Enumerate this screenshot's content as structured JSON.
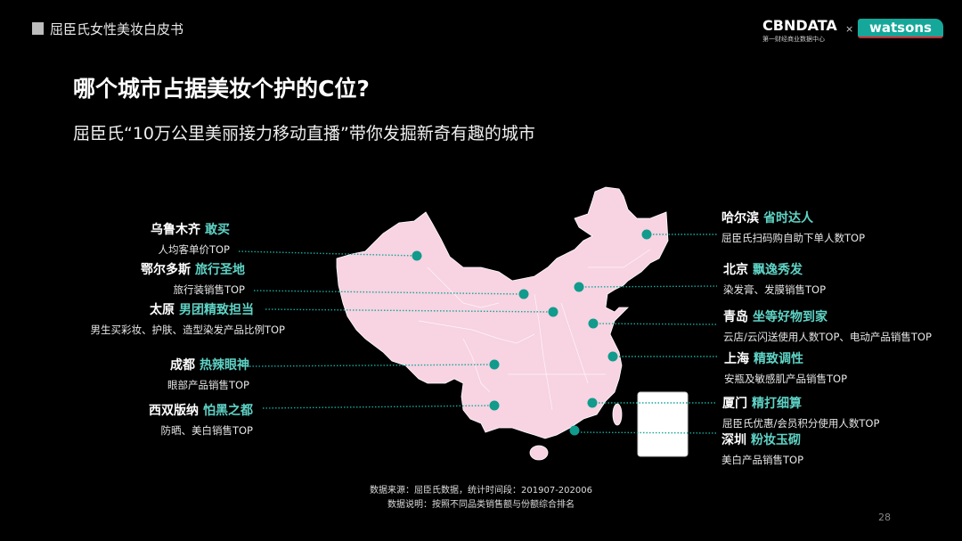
{
  "header": {
    "report_title": "屈臣氏女性美妆白皮书",
    "logo_cbndata": "CBNDATA",
    "logo_cbndata_sub": "第一财经商业数据中心",
    "logo_separator": "×",
    "logo_watsons": "watsons"
  },
  "title": "哪个城市占据美妆个护的C位?",
  "subtitle": "屈臣氏“10万公里美丽接力移动直播”带你发掘新奇有趣的城市",
  "cities_left": [
    {
      "city": "乌鲁木齐",
      "tag": "敢买",
      "desc": "人均客单价TOP"
    },
    {
      "city": "鄂尔多斯",
      "tag": "旅行圣地",
      "desc": "旅行装销售TOP"
    },
    {
      "city": "太原",
      "tag": "男团精致担当",
      "desc": "男生买彩妆、护肤、造型染发产品比例TOP"
    },
    {
      "city": "成都",
      "tag": "热辣眼神",
      "desc": "眼部产品销售TOP"
    },
    {
      "city": "西双版纳",
      "tag": "怕黑之都",
      "desc": "防晒、美白销售TOP"
    }
  ],
  "cities_right": [
    {
      "city": "哈尔滨",
      "tag": "省时达人",
      "desc": "屈臣氏扫码购自助下单人数TOP"
    },
    {
      "city": "北京",
      "tag": "飘逸秀发",
      "desc": "染发膏、发膜销售TOP"
    },
    {
      "city": "青岛",
      "tag": "坐等好物到家",
      "desc": "云店/云闪送使用人数TOP、电动产品销售TOP"
    },
    {
      "city": "上海",
      "tag": "精致调性",
      "desc": "安瓶及敏感肌产品销售TOP"
    },
    {
      "city": "厦门",
      "tag": "精打细算",
      "desc": "屈臣氏优惠/会员积分使用人数TOP"
    },
    {
      "city": "深圳",
      "tag": "粉妆玉砌",
      "desc": "美白产品销售TOP"
    }
  ],
  "footer": {
    "source": "数据来源：屈臣氏数据，统计时间段：201907-202006",
    "note": "数据说明：按照不同品类销售额与份额综合排名"
  },
  "page_number": "28",
  "colors": {
    "accent": "#5fd3c6",
    "dot": "#109b8c",
    "map": "#f8d3e2",
    "background": "#000000"
  }
}
